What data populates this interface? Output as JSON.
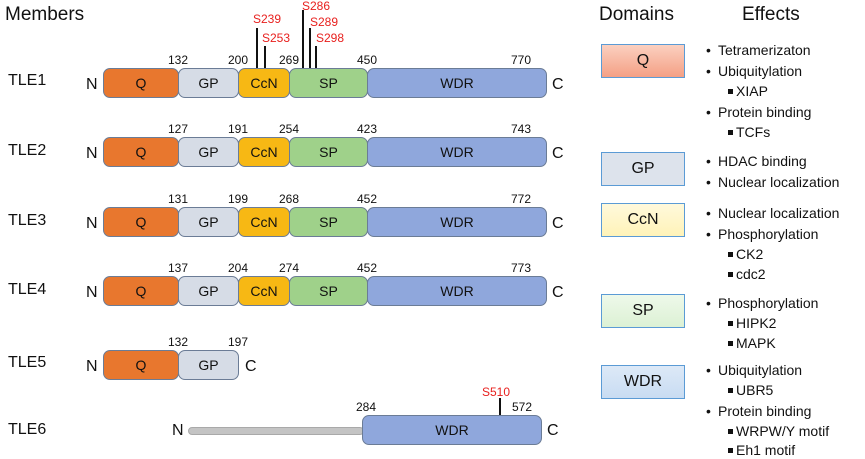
{
  "headers": {
    "members": "Members",
    "domains": "Domains",
    "effects": "Effects"
  },
  "terminals": {
    "n": "N",
    "c": "C"
  },
  "proteins": [
    {
      "name": "TLE1",
      "boundaries": [
        "132",
        "200",
        "269",
        "450",
        "770"
      ],
      "domains": [
        "Q",
        "GP",
        "CcN",
        "SP",
        "WDR"
      ]
    },
    {
      "name": "TLE2",
      "boundaries": [
        "127",
        "191",
        "254",
        "423",
        "743"
      ],
      "domains": [
        "Q",
        "GP",
        "CcN",
        "SP",
        "WDR"
      ]
    },
    {
      "name": "TLE3",
      "boundaries": [
        "131",
        "199",
        "268",
        "452",
        "772"
      ],
      "domains": [
        "Q",
        "GP",
        "CcN",
        "SP",
        "WDR"
      ]
    },
    {
      "name": "TLE4",
      "boundaries": [
        "137",
        "204",
        "274",
        "452",
        "773"
      ],
      "domains": [
        "Q",
        "GP",
        "CcN",
        "SP",
        "WDR"
      ]
    },
    {
      "name": "TLE5",
      "boundaries": [
        "132",
        "197"
      ],
      "domains": [
        "Q",
        "GP"
      ]
    },
    {
      "name": "TLE6",
      "boundaries": [
        "284",
        "572"
      ],
      "domains": [
        "WDR"
      ]
    }
  ],
  "phospho_sites": {
    "tle1": [
      "S239",
      "S253",
      "S286",
      "S289",
      "S298"
    ],
    "tle6": [
      "S510"
    ]
  },
  "legend": [
    {
      "domain": "Q",
      "color": "#f4a085",
      "effects": [
        {
          "level": 1,
          "text": "Tetramerizaton"
        },
        {
          "level": 1,
          "text": "Ubiquitylation"
        },
        {
          "level": 2,
          "text": "XIAP"
        },
        {
          "level": 1,
          "text": "Protein binding"
        },
        {
          "level": 2,
          "text": "TCFs"
        }
      ]
    },
    {
      "domain": "GP",
      "color": "#dde3ec",
      "effects": [
        {
          "level": 1,
          "text": "HDAC binding"
        },
        {
          "level": 1,
          "text": "Nuclear localization"
        }
      ]
    },
    {
      "domain": "CcN",
      "color": "#fff3b8",
      "effects": [
        {
          "level": 1,
          "text": "Nuclear localization"
        },
        {
          "level": 1,
          "text": "Phosphorylation"
        },
        {
          "level": 2,
          "text": "CK2"
        },
        {
          "level": 2,
          "text": "cdc2"
        }
      ]
    },
    {
      "domain": "SP",
      "color": "#dcf1d4",
      "effects": [
        {
          "level": 1,
          "text": "Phosphorylation"
        },
        {
          "level": 2,
          "text": "HIPK2"
        },
        {
          "level": 2,
          "text": "MAPK"
        }
      ]
    },
    {
      "domain": "WDR",
      "color": "#c8dcf2",
      "effects": [
        {
          "level": 1,
          "text": "Ubiquitylation"
        },
        {
          "level": 2,
          "text": "UBR5"
        },
        {
          "level": 1,
          "text": "Protein binding"
        },
        {
          "level": 2,
          "text": "WRPW/Y motif"
        },
        {
          "level": 2,
          "text": "Eh1 motif"
        }
      ]
    }
  ],
  "colors": {
    "Q": "#e8772e",
    "GP": "#d6dce6",
    "CcN": "#f7b814",
    "SP": "#9fd18a",
    "WDR": "#8fa7dc",
    "site": "#e8201e"
  }
}
